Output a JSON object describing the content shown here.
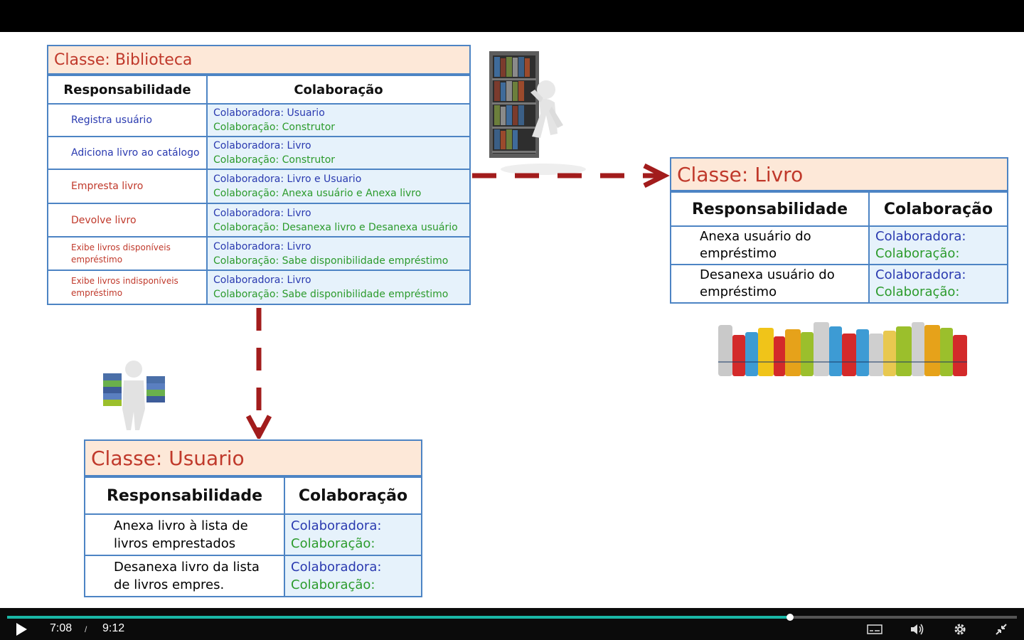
{
  "biblioteca": {
    "title": "Classe: Biblioteca",
    "col_resp": "Responsabilidade",
    "col_colab": "Colaboração",
    "rows": [
      {
        "resp": "Registra usuário",
        "resp_color": "#2a3ab0",
        "colab": "Colaboradora: Usuario",
        "colab2": "Colaboração: Construtor"
      },
      {
        "resp": "Adiciona livro ao catálogo",
        "resp_color": "#2a3ab0",
        "colab": "Colaboradora: Livro",
        "colab2": "Colaboração: Construtor"
      },
      {
        "resp": "Empresta livro",
        "resp_color": "#c0392b",
        "colab": "Colaboradora: Livro e Usuario",
        "colab2": "Colaboração: Anexa usuário e Anexa livro"
      },
      {
        "resp": "Devolve livro",
        "resp_color": "#c0392b",
        "colab": "Colaboradora: Livro",
        "colab2": "Colaboração: Desanexa livro e Desanexa usuário"
      },
      {
        "resp": "Exibe livros disponíveis empréstimo",
        "resp_color": "#c0392b",
        "colab": "Colaboradora: Livro",
        "colab2": "Colaboração: Sabe disponibilidade empréstimo"
      },
      {
        "resp": "Exibe livros indisponíveis empréstimo",
        "resp_color": "#c0392b",
        "colab": "Colaboradora: Livro",
        "colab2": "Colaboração: Sabe disponibilidade empréstimo"
      }
    ]
  },
  "livro": {
    "title": "Classe: Livro",
    "col_resp": "Responsabilidade",
    "col_colab": "Colaboração",
    "rows": [
      {
        "resp": "Anexa usuário do empréstimo",
        "colab": "Colaboradora:",
        "colab2": "Colaboração:"
      },
      {
        "resp": "Desanexa usuário do empréstimo",
        "colab": "Colaboradora:",
        "colab2": "Colaboração:"
      }
    ]
  },
  "usuario": {
    "title": "Classe: Usuario",
    "col_resp": "Responsabilidade",
    "col_colab": "Colaboração",
    "rows": [
      {
        "resp": "Anexa livro à lista de livros emprestados",
        "colab": "Colaboradora:",
        "colab2": "Colaboração:"
      },
      {
        "resp": "Desanexa livro da lista de livros empres.",
        "colab": "Colaboradora:",
        "colab2": "Colaboração:"
      }
    ]
  },
  "player": {
    "current_time": "7:08",
    "separator": "/",
    "duration": "9:12",
    "progress": 0.775,
    "icons": [
      "play-icon",
      "captions-icon",
      "volume-icon",
      "settings-icon",
      "exit-fullscreen-icon"
    ]
  },
  "colors": {
    "arrow": "#a21c1c",
    "border": "#4d84c4",
    "title_bg": "#fde8d8",
    "title_text": "#c0392b",
    "colab_blue": "#2a3ab0",
    "colab_green": "#2c9b2c",
    "progress": "#1ab7a6"
  }
}
